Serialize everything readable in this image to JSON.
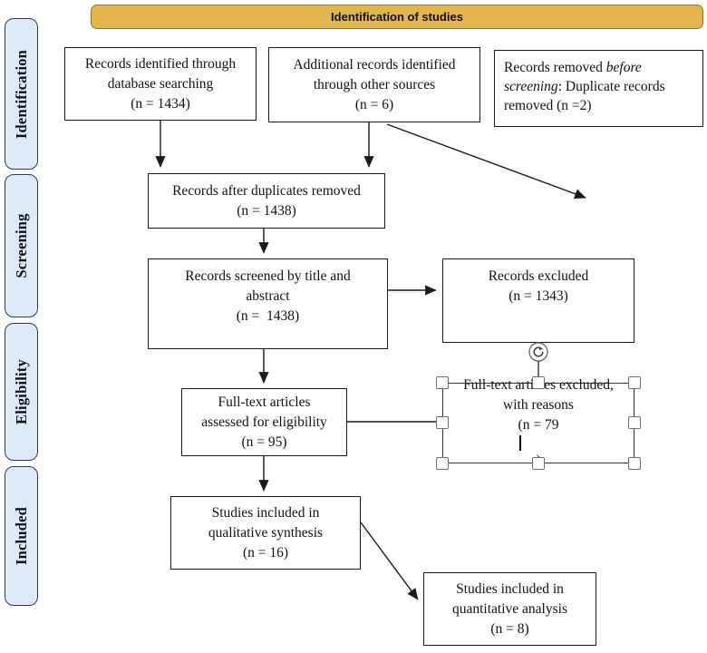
{
  "header": {
    "title": "Identification of studies"
  },
  "sidebar": {
    "items": [
      {
        "label": "Identification"
      },
      {
        "label": "Screening"
      },
      {
        "label": "Eligibility"
      },
      {
        "label": "Included"
      }
    ]
  },
  "flow": {
    "box1": {
      "lines": [
        "Records identified through",
        "database searching",
        "(n = 1434)"
      ]
    },
    "box2": {
      "lines": [
        "Additional records identified",
        "through other sources",
        "(n = 6)"
      ]
    },
    "box3": {
      "prefix": "Records removed ",
      "italic": "before screening",
      "suffix": ": Duplicate records removed (n =2)"
    },
    "box4": {
      "lines": [
        "Records after duplicates removed",
        "(n = 1438)"
      ]
    },
    "box5": {
      "lines": [
        "Records screened by title and",
        "abstract",
        "(n =  1438)"
      ]
    },
    "box6": {
      "lines": [
        "Records excluded",
        "(n = 1343)"
      ]
    },
    "box7": {
      "lines": [
        "Full-text articles",
        "assessed for eligibility",
        "(n = 95)"
      ]
    },
    "box8": {
      "lines": [
        "Full-text articles excluded,",
        "with reasons"
      ],
      "n_open": "(n = 79",
      "n_close": ")"
    },
    "box9": {
      "lines": [
        "Studies included in",
        "qualitative synthesis",
        "(n = 16)"
      ]
    },
    "box10": {
      "lines": [
        "Studies included in",
        "quantitative analysis",
        "(n = 8)"
      ]
    }
  },
  "selection": {
    "selected_box": "box8",
    "rotate_icon": "rotate-clockwise-icon",
    "handle_count": 8
  },
  "colors": {
    "banner_fill": "#E4B54C",
    "banner_border": "#8C7322",
    "sidebar_fill": "#DCEAF9",
    "sidebar_border": "#2E3B48",
    "box_border": "#1A1A1A",
    "arrow": "#1A1A1A",
    "handle_border": "#6E6E6E"
  }
}
